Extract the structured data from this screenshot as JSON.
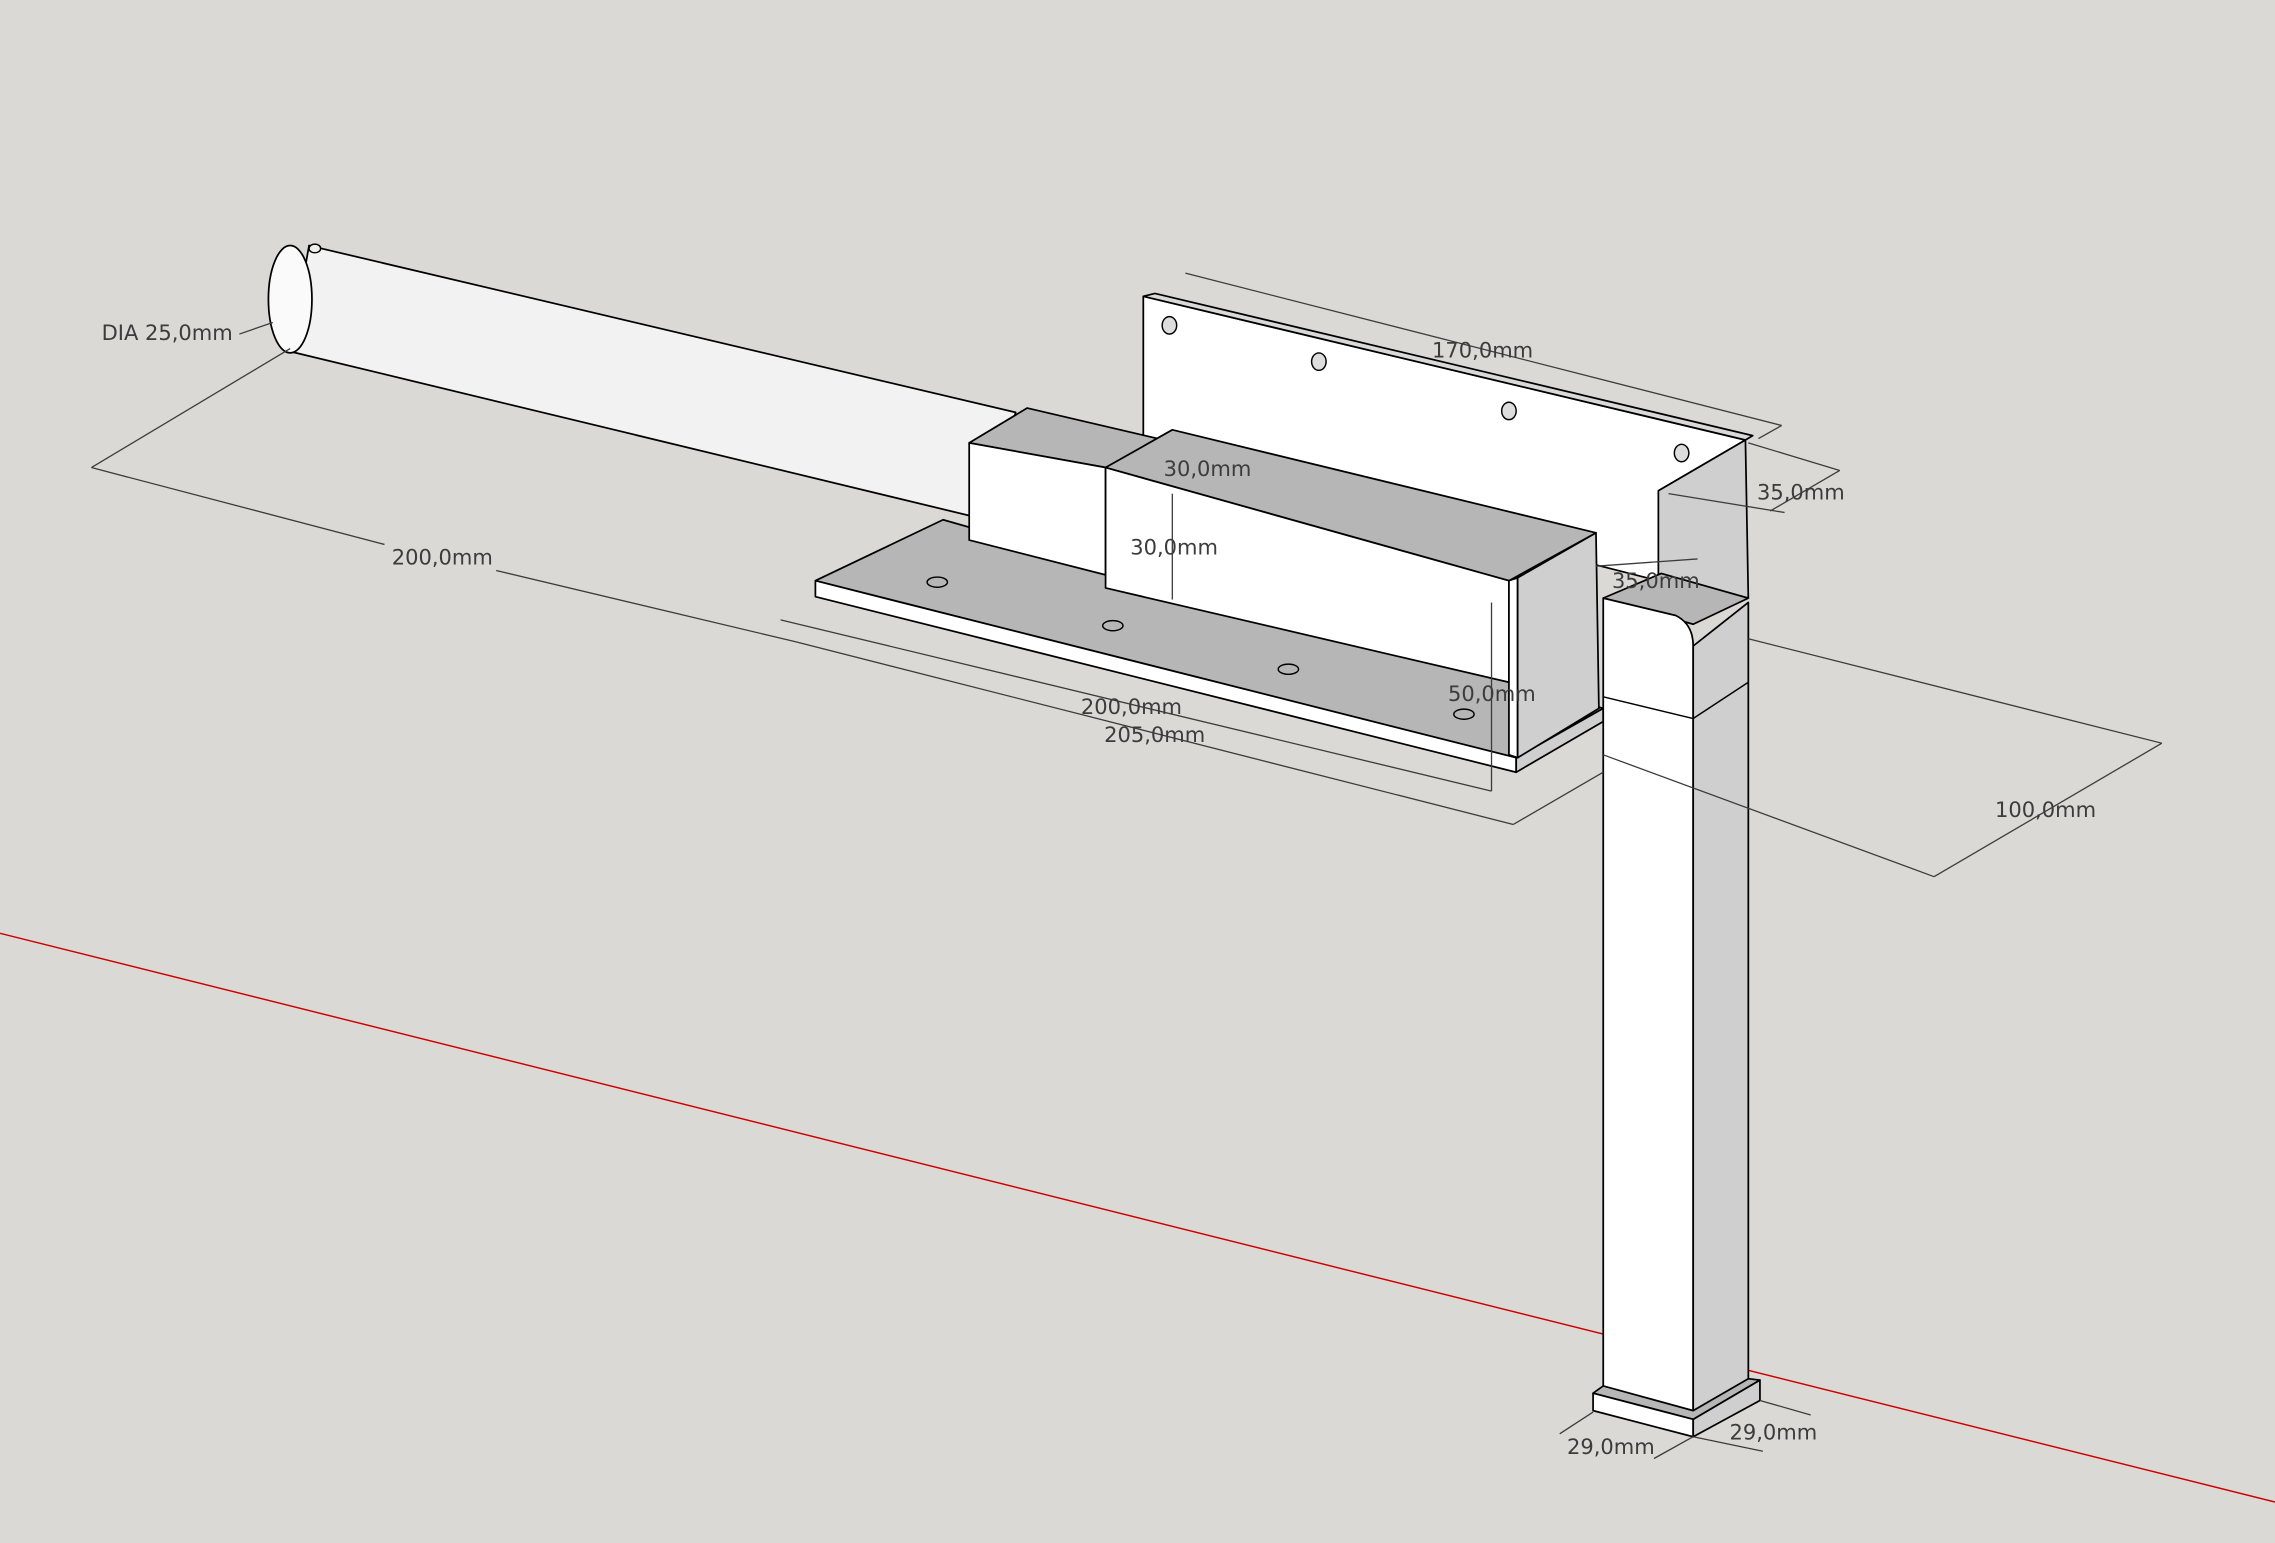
{
  "scene": {
    "background_color": "#dad9d5",
    "axis_color": "#cc0000",
    "face_light": "#ffffff",
    "face_mid": "#cfcfcf",
    "face_dark": "#b6b6b6"
  },
  "dimensions": {
    "tube_diameter": "DIA 25,0mm",
    "tube_length": "200,0mm",
    "back_plate_length": "170,0mm",
    "back_plate_height": "35,0mm",
    "flange_depth": "35,0mm",
    "block_width": "30,0mm",
    "block_height": "30,0mm",
    "end_height": "50,0mm",
    "base_length_inner": "200,0mm",
    "base_length_outer": "205,0mm",
    "post_offset": "100,0mm",
    "foot_width_left": "29,0mm",
    "foot_width_right": "29,0mm"
  }
}
